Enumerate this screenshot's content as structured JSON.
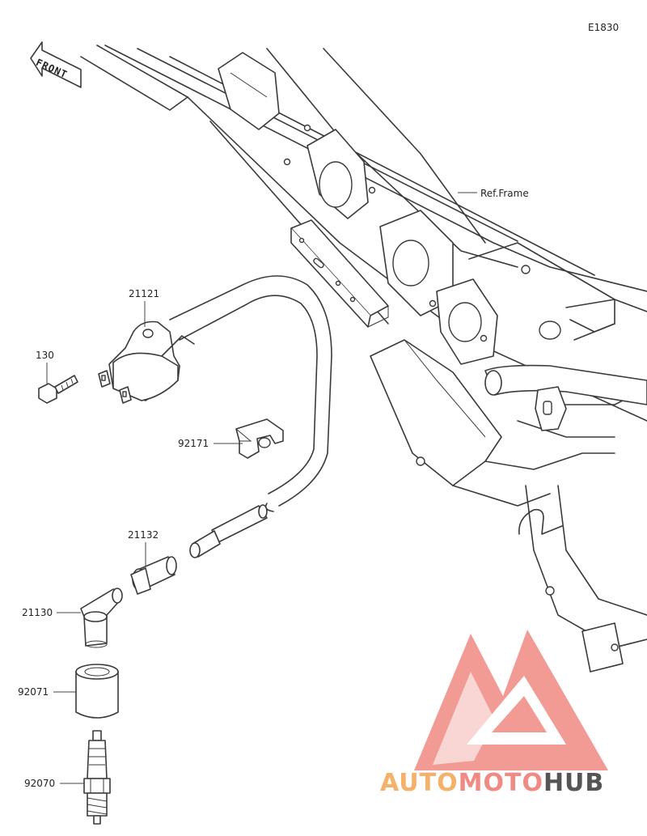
{
  "diagram_code": "E1830",
  "front_label": "FRONT",
  "ref_label": "Ref.Frame",
  "parts": [
    {
      "id": "21121"
    },
    {
      "id": "130"
    },
    {
      "id": "92171"
    },
    {
      "id": "21132"
    },
    {
      "id": "21130"
    },
    {
      "id": "92071"
    },
    {
      "id": "92070"
    }
  ],
  "watermark": {
    "text_auto": "AUTO",
    "text_moto": "MOTO",
    "text_hub": "HUB",
    "color_light": "#f5b06a",
    "color_red": "#f08a82",
    "color_dark": "#555555"
  }
}
